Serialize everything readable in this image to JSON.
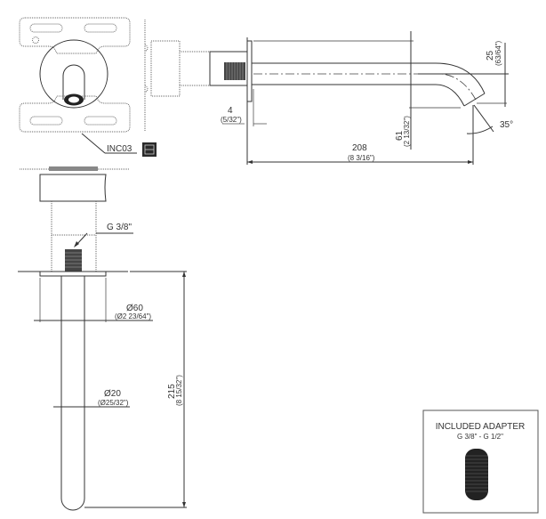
{
  "drawing": {
    "title": "Wall-mounted spout technical drawing",
    "part_code": "INC03",
    "part_icon": "box-module-icon",
    "thread_label": "G 3/8\"",
    "dimensions": {
      "depth_plate": {
        "mm": "4",
        "inch": "(5/32\")"
      },
      "projection": {
        "mm": "208",
        "inch": "(8 3/16\")"
      },
      "spout_height": {
        "mm": "61",
        "inch": "(2 13/32\")"
      },
      "outlet_height": {
        "mm": "25",
        "inch": "(63/64\")"
      },
      "outlet_angle": "35°",
      "flange_diameter": {
        "mm": "Ø60",
        "inch": "(Ø2 23/64\")"
      },
      "spout_diameter": {
        "mm": "Ø20",
        "inch": "(Ø25/32\")"
      },
      "spout_length": {
        "mm": "215",
        "inch": "(8 15/32\")"
      }
    },
    "adapter": {
      "title": "INCLUDED ADAPTER",
      "subtitle": "G 3/8\" - G 1/2\""
    }
  }
}
